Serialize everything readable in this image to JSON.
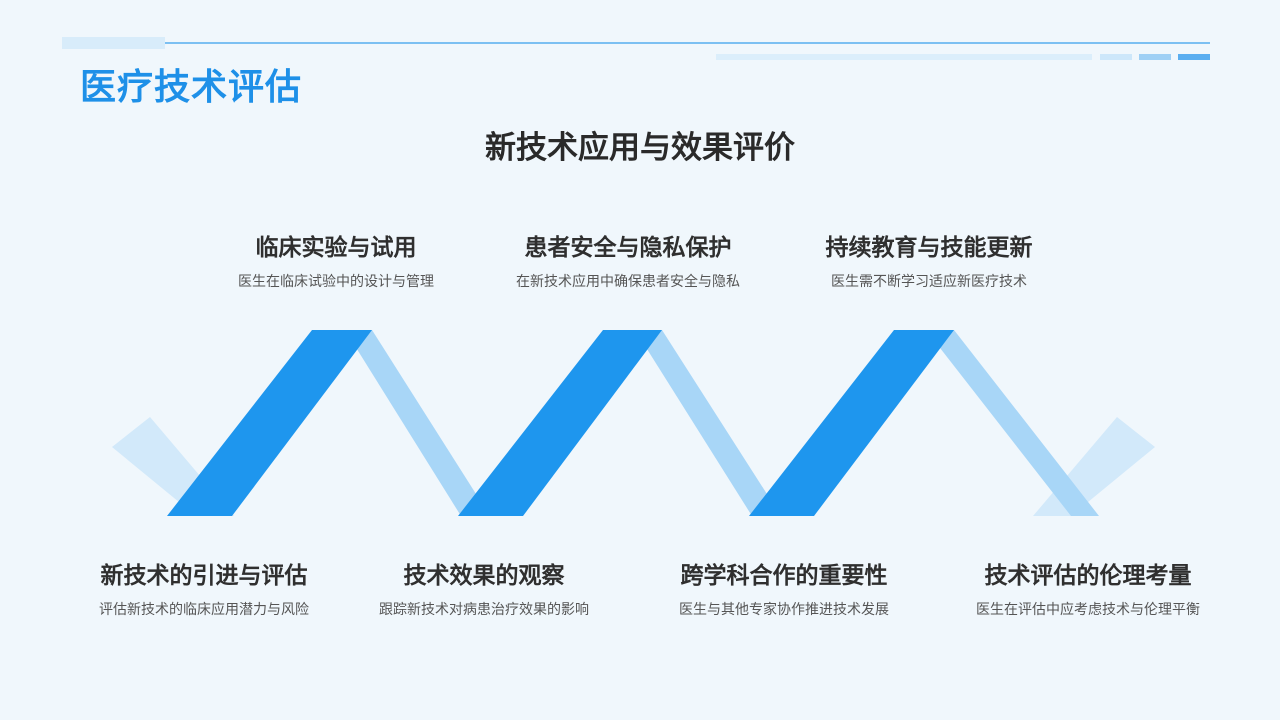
{
  "header": {
    "title": "医疗技术评估",
    "subtitle": "新技术应用与效果评价"
  },
  "colors": {
    "accent": "#1e90e8",
    "stripe_dark": "#1e96ee",
    "stripe_light": "#a8d6f7",
    "stripe_faint": "#d2e9fa",
    "background": "#f0f7fc"
  },
  "top_items": [
    {
      "heading": "临床实验与试用",
      "desc": "医生在临床试验中的设计与管理"
    },
    {
      "heading": "患者安全与隐私保护",
      "desc": "在新技术应用中确保患者安全与隐私"
    },
    {
      "heading": "持续教育与技能更新",
      "desc": "医生需不断学习适应新医疗技术"
    }
  ],
  "bottom_items": [
    {
      "heading": "新技术的引进与评估",
      "desc": "评估新技术的临床应用潜力与风险"
    },
    {
      "heading": "技术效果的观察",
      "desc": "跟踪新技术对病患治疗效果的影响"
    },
    {
      "heading": "跨学科合作的重要性",
      "desc": "医生与其他专家协作推进技术发展"
    },
    {
      "heading": "技术评估的伦理考量",
      "desc": "医生在评估中应考虑技术与伦理平衡"
    }
  ]
}
